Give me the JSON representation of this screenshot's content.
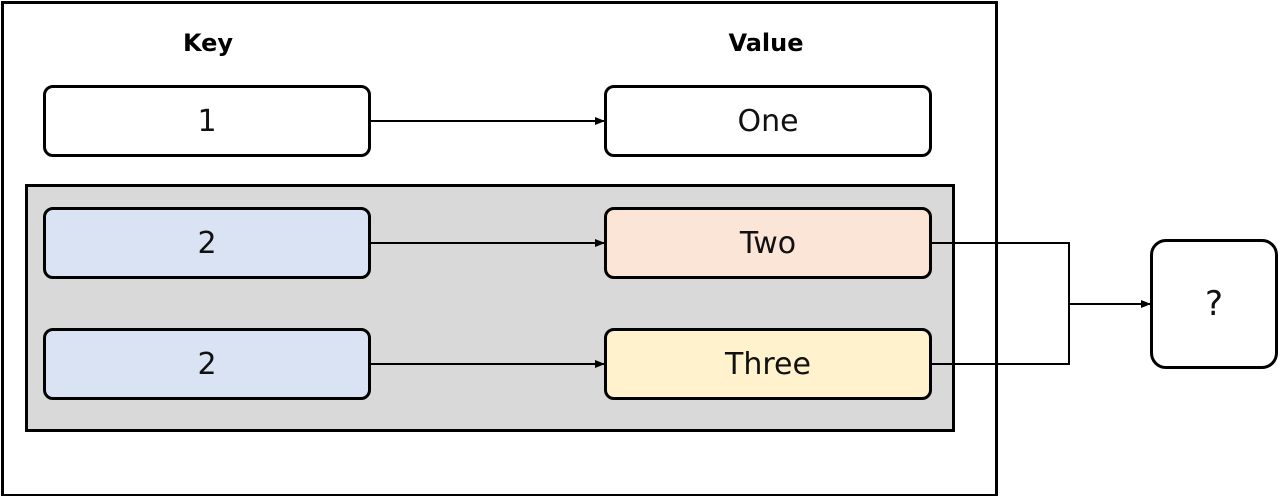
{
  "headers": {
    "key": "Key",
    "value": "Value"
  },
  "rows": [
    {
      "key": "1",
      "value": "One",
      "key_fill": "#ffffff",
      "value_fill": "#ffffff"
    },
    {
      "key": "2",
      "value": "Two",
      "key_fill": "#dae3f3",
      "value_fill": "#fbe5d6"
    },
    {
      "key": "2",
      "value": "Three",
      "key_fill": "#dae3f3",
      "value_fill": "#fff2cc"
    }
  ],
  "group_fill": "#d9d9d9",
  "result": {
    "label": "?"
  }
}
